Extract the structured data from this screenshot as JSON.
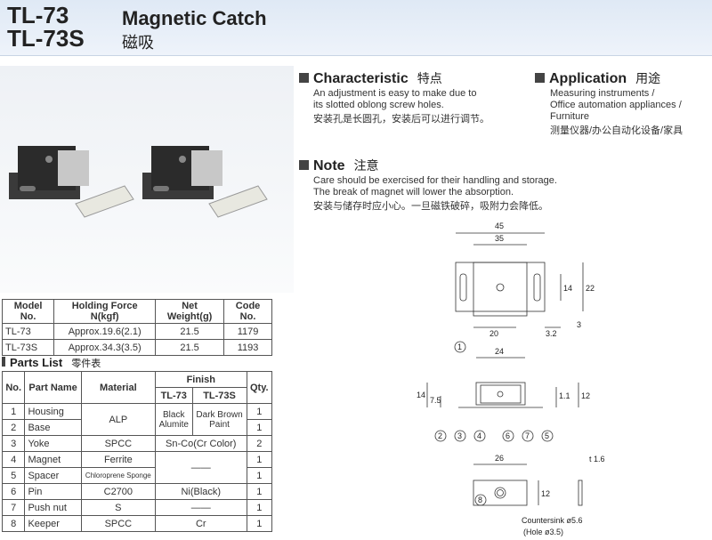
{
  "header": {
    "models": [
      "TL-73",
      "TL-73S"
    ],
    "title_en": "Magnetic Catch",
    "title_cn": "磁吸"
  },
  "characteristic": {
    "title": "Characteristic",
    "title_cn": "特点",
    "lines": [
      "An adjustment is easy to make due to",
      "its slotted oblong screw holes."
    ],
    "cn": "安装孔是长圆孔，安装后可以进行调节。"
  },
  "application": {
    "title": "Application",
    "title_cn": "用途",
    "lines": [
      "Measuring instruments /",
      "Office automation appliances /",
      "Furniture"
    ],
    "cn": "测量仪器/办公自动化设备/家具"
  },
  "note": {
    "title": "Note",
    "title_cn": "注意",
    "lines": [
      "Care should be exercised for their handling and storage.",
      "The break of magnet will lower the absorption."
    ],
    "cn": "安装与储存时应小心。一旦磁铁破碎，吸附力会降低。"
  },
  "spec_table": {
    "headers": [
      "Model No.",
      "Holding Force N(kgf)",
      "Net Weight(g)",
      "Code No."
    ],
    "rows": [
      [
        "TL-73",
        "Approx.19.6(2.1)",
        "21.5",
        "1179"
      ],
      [
        "TL-73S",
        "Approx.34.3(3.5)",
        "21.5",
        "1193"
      ]
    ]
  },
  "parts": {
    "title": "Parts List",
    "title_cn": "零件表",
    "headers": {
      "no": "No.",
      "name": "Part Name",
      "material": "Material",
      "finish": "Finish",
      "tl73": "TL-73",
      "tl73s": "TL-73S",
      "qty": "Qty."
    },
    "rows": [
      {
        "no": "1",
        "name": "Housing",
        "qty": "1"
      },
      {
        "no": "2",
        "name": "Base",
        "qty": "1"
      },
      {
        "no": "3",
        "name": "Yoke",
        "material": "SPCC",
        "finish": "Sn-Co(Cr Color)",
        "qty": "2"
      },
      {
        "no": "4",
        "name": "Magnet",
        "material": "Ferrite",
        "qty": "1"
      },
      {
        "no": "5",
        "name": "Spacer",
        "material": "Chloroprene Sponge",
        "qty": "1"
      },
      {
        "no": "6",
        "name": "Pin",
        "material": "C2700",
        "finish": "Ni(Black)",
        "qty": "1"
      },
      {
        "no": "7",
        "name": "Push nut",
        "material": "S",
        "finish": "——",
        "qty": "1"
      },
      {
        "no": "8",
        "name": "Keeper",
        "material": "SPCC",
        "finish": "Cr",
        "qty": "1"
      }
    ],
    "alp": "ALP",
    "black_alumite": [
      "Black",
      "Alumite"
    ],
    "dark_brown": [
      "Dark Brown",
      "Paint"
    ],
    "dash": "——"
  },
  "drawing": {
    "dims": {
      "w45": "45",
      "w35": "35",
      "h14": "14",
      "h22": "22",
      "d3": "3",
      "d20": "20",
      "d32": "3.2",
      "w24": "24",
      "h14b": "14",
      "h75": "7.5",
      "h11": "1.1",
      "h12": "12",
      "w26": "26",
      "t16": "t 1.6",
      "h12b": "12"
    },
    "callouts": [
      "1",
      "2",
      "3",
      "4",
      "5",
      "6",
      "7",
      "8"
    ],
    "countersink": "Countersink ø5.6",
    "hole": "(Hole ø3.5)"
  }
}
